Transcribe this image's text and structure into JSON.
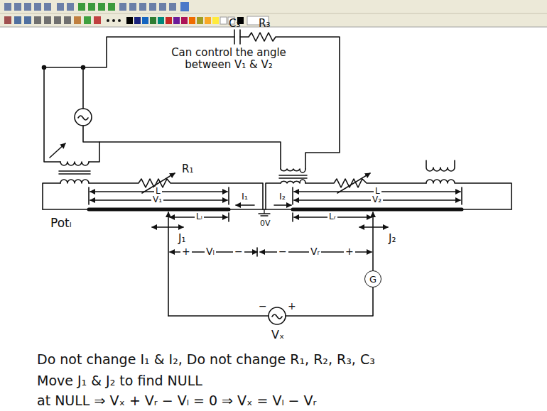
{
  "diagram": {
    "nodes": [
      {
        "text": [
          "G"
        ]
      }
    ],
    "labels": [
      "C₃",
      "R₃",
      "Can control the angle between V₁ & V₂",
      "R₁",
      "L",
      "V₁",
      "I₁",
      "I₂",
      "L",
      "V₂",
      "Potₗ",
      "Lₗ",
      "0V",
      "Lᵣ",
      "J₁",
      "+",
      "Vₗ",
      "−",
      "−",
      "Vᵣ",
      "+",
      "J₂",
      "−",
      "+",
      "Vₓ",
      "Do not change I₁ & I₂, Do not change R₁, R₂, R₃, C₃",
      "Move J₁ & J₂ to find NULL",
      "at NULL ⇒ Vₓ + Vᵣ − Vₗ = 0 ⇒ Vₓ = Vₗ − Vᵣ"
    ]
  }
}
